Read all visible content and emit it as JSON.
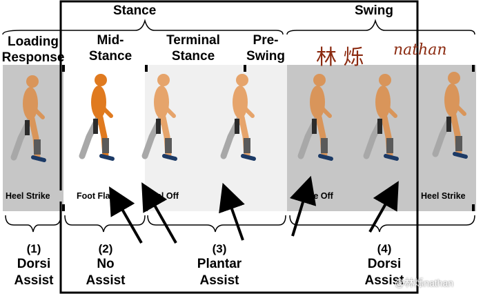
{
  "groups": {
    "stance": "Stance",
    "swing": "Swing"
  },
  "phases": {
    "loading_response": [
      "Loading",
      "Response"
    ],
    "mid_stance": [
      "Mid-",
      "Stance"
    ],
    "terminal_stance": [
      "Terminal",
      "Stance"
    ],
    "pre_swing": [
      "Pre-",
      "Swing"
    ]
  },
  "events": {
    "heel_strike_left": "Heel Strike",
    "foot_flat": "Foot Flat",
    "heel_off": "Heel Off",
    "toe_off": "Toe Off",
    "heel_strike_right": "Heel Strike"
  },
  "assist_modes": [
    {
      "num": "(1)",
      "line1": "Dorsi",
      "line2": "Assist"
    },
    {
      "num": "(2)",
      "line1": "No",
      "line2": "Assist"
    },
    {
      "num": "(3)",
      "line1": "Plantar",
      "line2": "Assist"
    },
    {
      "num": "(4)",
      "line1": "Dorsi",
      "line2": "Assist"
    }
  ],
  "watermark": {
    "chinese": "林 烁",
    "latin": "nathan",
    "bottom": "@林烁nathan"
  },
  "colors": {
    "skin": "#d9955a",
    "skin_active": "#e07a1f",
    "leg_gray": "#a9a9a9",
    "panel_gray": "#c8c8c8",
    "panel_light": "#efefef"
  }
}
